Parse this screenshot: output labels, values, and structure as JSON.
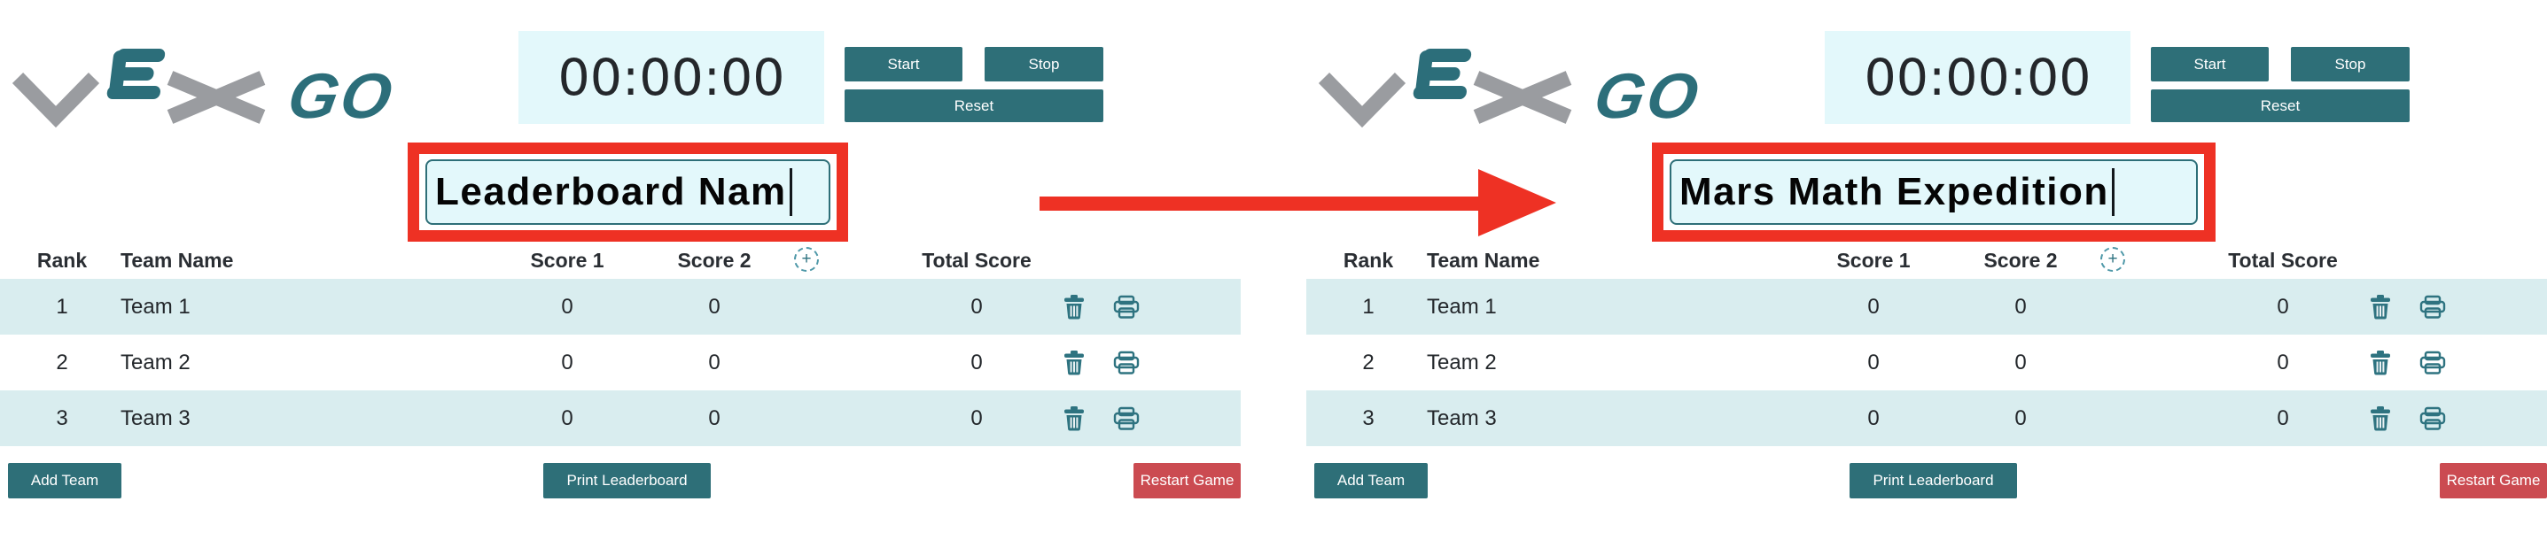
{
  "colors": {
    "teal_button": "#2E6F78",
    "teal_icon": "#2E7380",
    "light_cyan_field": "#E3F8FB",
    "row_tint": "#D9EDEF",
    "highlight_red": "#EE3124",
    "restart_red": "#CB4B51",
    "logo_gray": "#9A9CA0",
    "logo_teal": "#2C6E7A",
    "text_dark": "#24272B"
  },
  "arrow": {
    "icon": "right-arrow-icon",
    "color": "#EE3124"
  },
  "panels": [
    {
      "logo": {
        "text": "vEx GO",
        "go": "GO"
      },
      "timer": {
        "display": "00:00:00",
        "start": "Start",
        "stop": "Stop",
        "reset": "Reset"
      },
      "leaderboard_name": {
        "value": "Leaderboard Nam",
        "highlighted": true
      },
      "table": {
        "headers": {
          "rank": "Rank",
          "team_name": "Team Name",
          "score1": "Score 1",
          "score2": "Score 2",
          "total": "Total Score"
        },
        "add_column_glyph": "+",
        "add_column_icon": "plus-circle-dashed-icon",
        "row_icons": [
          "trash-icon",
          "printer-icon"
        ],
        "rows": [
          {
            "rank": "1",
            "team_name": "Team 1",
            "score1": "0",
            "score2": "0",
            "total": "0"
          },
          {
            "rank": "2",
            "team_name": "Team 2",
            "score1": "0",
            "score2": "0",
            "total": "0"
          },
          {
            "rank": "3",
            "team_name": "Team 3",
            "score1": "0",
            "score2": "0",
            "total": "0"
          }
        ]
      },
      "footer": {
        "add_team": "Add Team",
        "print_leaderboard": "Print Leaderboard",
        "restart_game": "Restart Game"
      }
    },
    {
      "logo": {
        "text": "vEx GO",
        "go": "GO"
      },
      "timer": {
        "display": "00:00:00",
        "start": "Start",
        "stop": "Stop",
        "reset": "Reset"
      },
      "leaderboard_name": {
        "value": "Mars Math Expedition",
        "highlighted": true
      },
      "table": {
        "headers": {
          "rank": "Rank",
          "team_name": "Team Name",
          "score1": "Score 1",
          "score2": "Score 2",
          "total": "Total Score"
        },
        "add_column_glyph": "+",
        "add_column_icon": "plus-circle-dashed-icon",
        "row_icons": [
          "trash-icon",
          "printer-icon"
        ],
        "rows": [
          {
            "rank": "1",
            "team_name": "Team 1",
            "score1": "0",
            "score2": "0",
            "total": "0"
          },
          {
            "rank": "2",
            "team_name": "Team 2",
            "score1": "0",
            "score2": "0",
            "total": "0"
          },
          {
            "rank": "3",
            "team_name": "Team 3",
            "score1": "0",
            "score2": "0",
            "total": "0"
          }
        ]
      },
      "footer": {
        "add_team": "Add Team",
        "print_leaderboard": "Print Leaderboard",
        "restart_game": "Restart Game"
      }
    }
  ]
}
